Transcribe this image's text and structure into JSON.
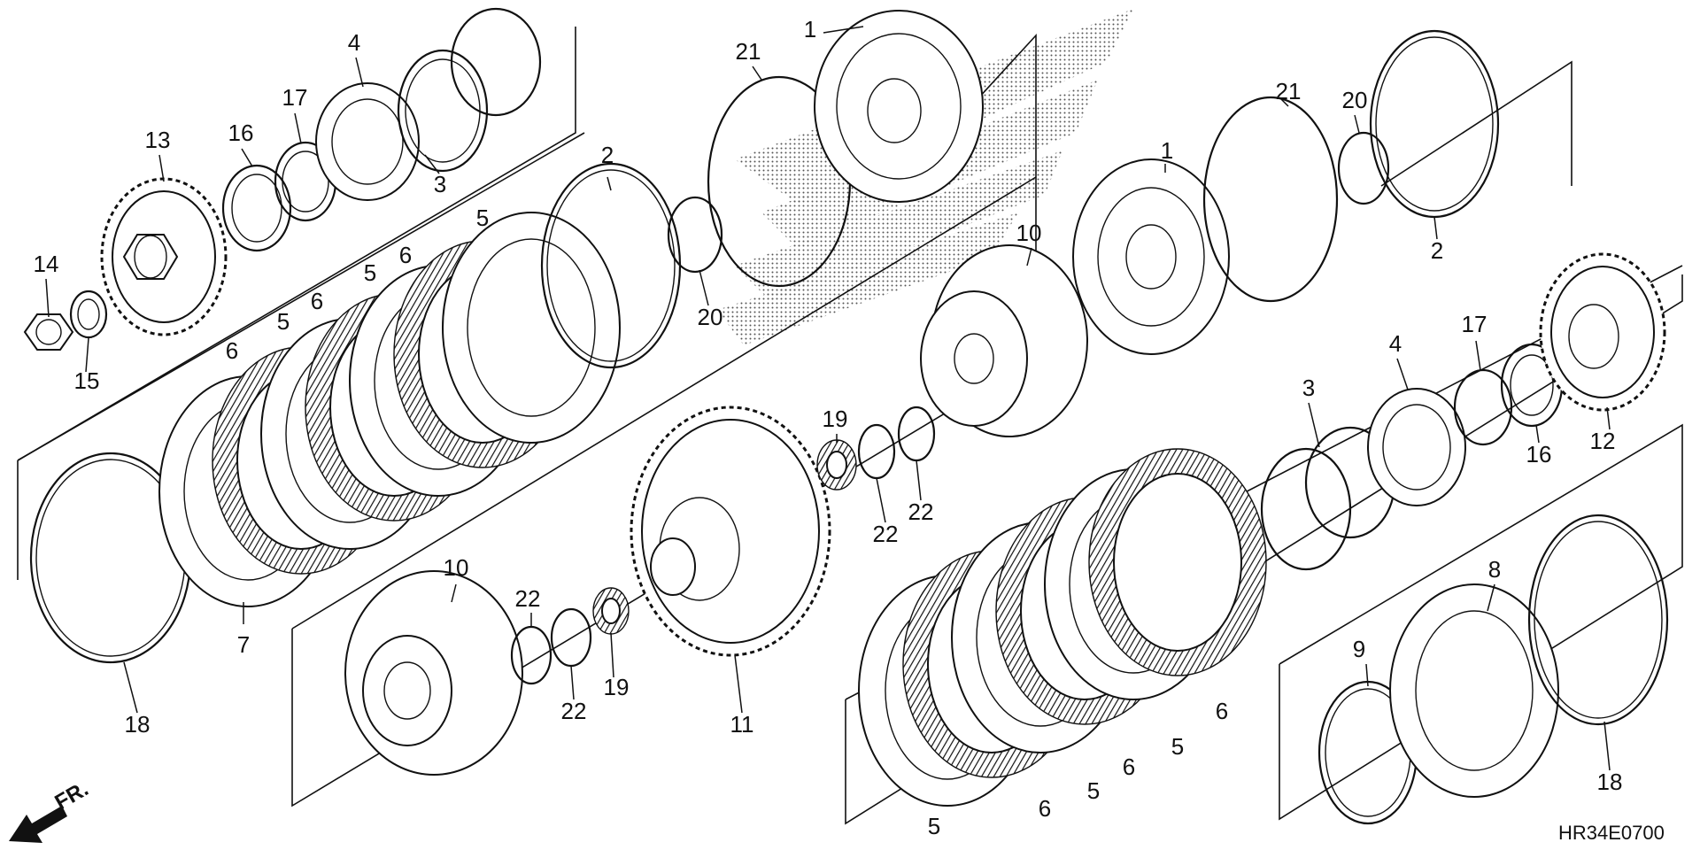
{
  "diagram": {
    "code": "HR34E0700",
    "direction_label": "FR.",
    "callouts": [
      {
        "id": "c1a",
        "text": "1"
      },
      {
        "id": "c1b",
        "text": "1"
      },
      {
        "id": "c2a",
        "text": "2"
      },
      {
        "id": "c2b",
        "text": "2"
      },
      {
        "id": "c3a",
        "text": "3"
      },
      {
        "id": "c3b",
        "text": "3"
      },
      {
        "id": "c4a",
        "text": "4"
      },
      {
        "id": "c4b",
        "text": "4"
      },
      {
        "id": "c5a",
        "text": "5"
      },
      {
        "id": "c5b",
        "text": "5"
      },
      {
        "id": "c5c",
        "text": "5"
      },
      {
        "id": "c5d",
        "text": "5"
      },
      {
        "id": "c5e",
        "text": "5"
      },
      {
        "id": "c5f",
        "text": "5"
      },
      {
        "id": "c6a",
        "text": "6"
      },
      {
        "id": "c6b",
        "text": "6"
      },
      {
        "id": "c6c",
        "text": "6"
      },
      {
        "id": "c6d",
        "text": "6"
      },
      {
        "id": "c6e",
        "text": "6"
      },
      {
        "id": "c6f",
        "text": "6"
      },
      {
        "id": "c7",
        "text": "7"
      },
      {
        "id": "c8",
        "text": "8"
      },
      {
        "id": "c9",
        "text": "9"
      },
      {
        "id": "c10a",
        "text": "10"
      },
      {
        "id": "c10b",
        "text": "10"
      },
      {
        "id": "c11",
        "text": "11"
      },
      {
        "id": "c12",
        "text": "12"
      },
      {
        "id": "c13",
        "text": "13"
      },
      {
        "id": "c14",
        "text": "14"
      },
      {
        "id": "c15",
        "text": "15"
      },
      {
        "id": "c16a",
        "text": "16"
      },
      {
        "id": "c16b",
        "text": "16"
      },
      {
        "id": "c17a",
        "text": "17"
      },
      {
        "id": "c17b",
        "text": "17"
      },
      {
        "id": "c18a",
        "text": "18"
      },
      {
        "id": "c18b",
        "text": "18"
      },
      {
        "id": "c19a",
        "text": "19"
      },
      {
        "id": "c19b",
        "text": "19"
      },
      {
        "id": "c20a",
        "text": "20"
      },
      {
        "id": "c20b",
        "text": "20"
      },
      {
        "id": "c21a",
        "text": "21"
      },
      {
        "id": "c21b",
        "text": "21"
      },
      {
        "id": "c22a",
        "text": "22"
      },
      {
        "id": "c22b",
        "text": "22"
      },
      {
        "id": "c22c",
        "text": "22"
      },
      {
        "id": "c22d",
        "text": "22"
      }
    ]
  }
}
